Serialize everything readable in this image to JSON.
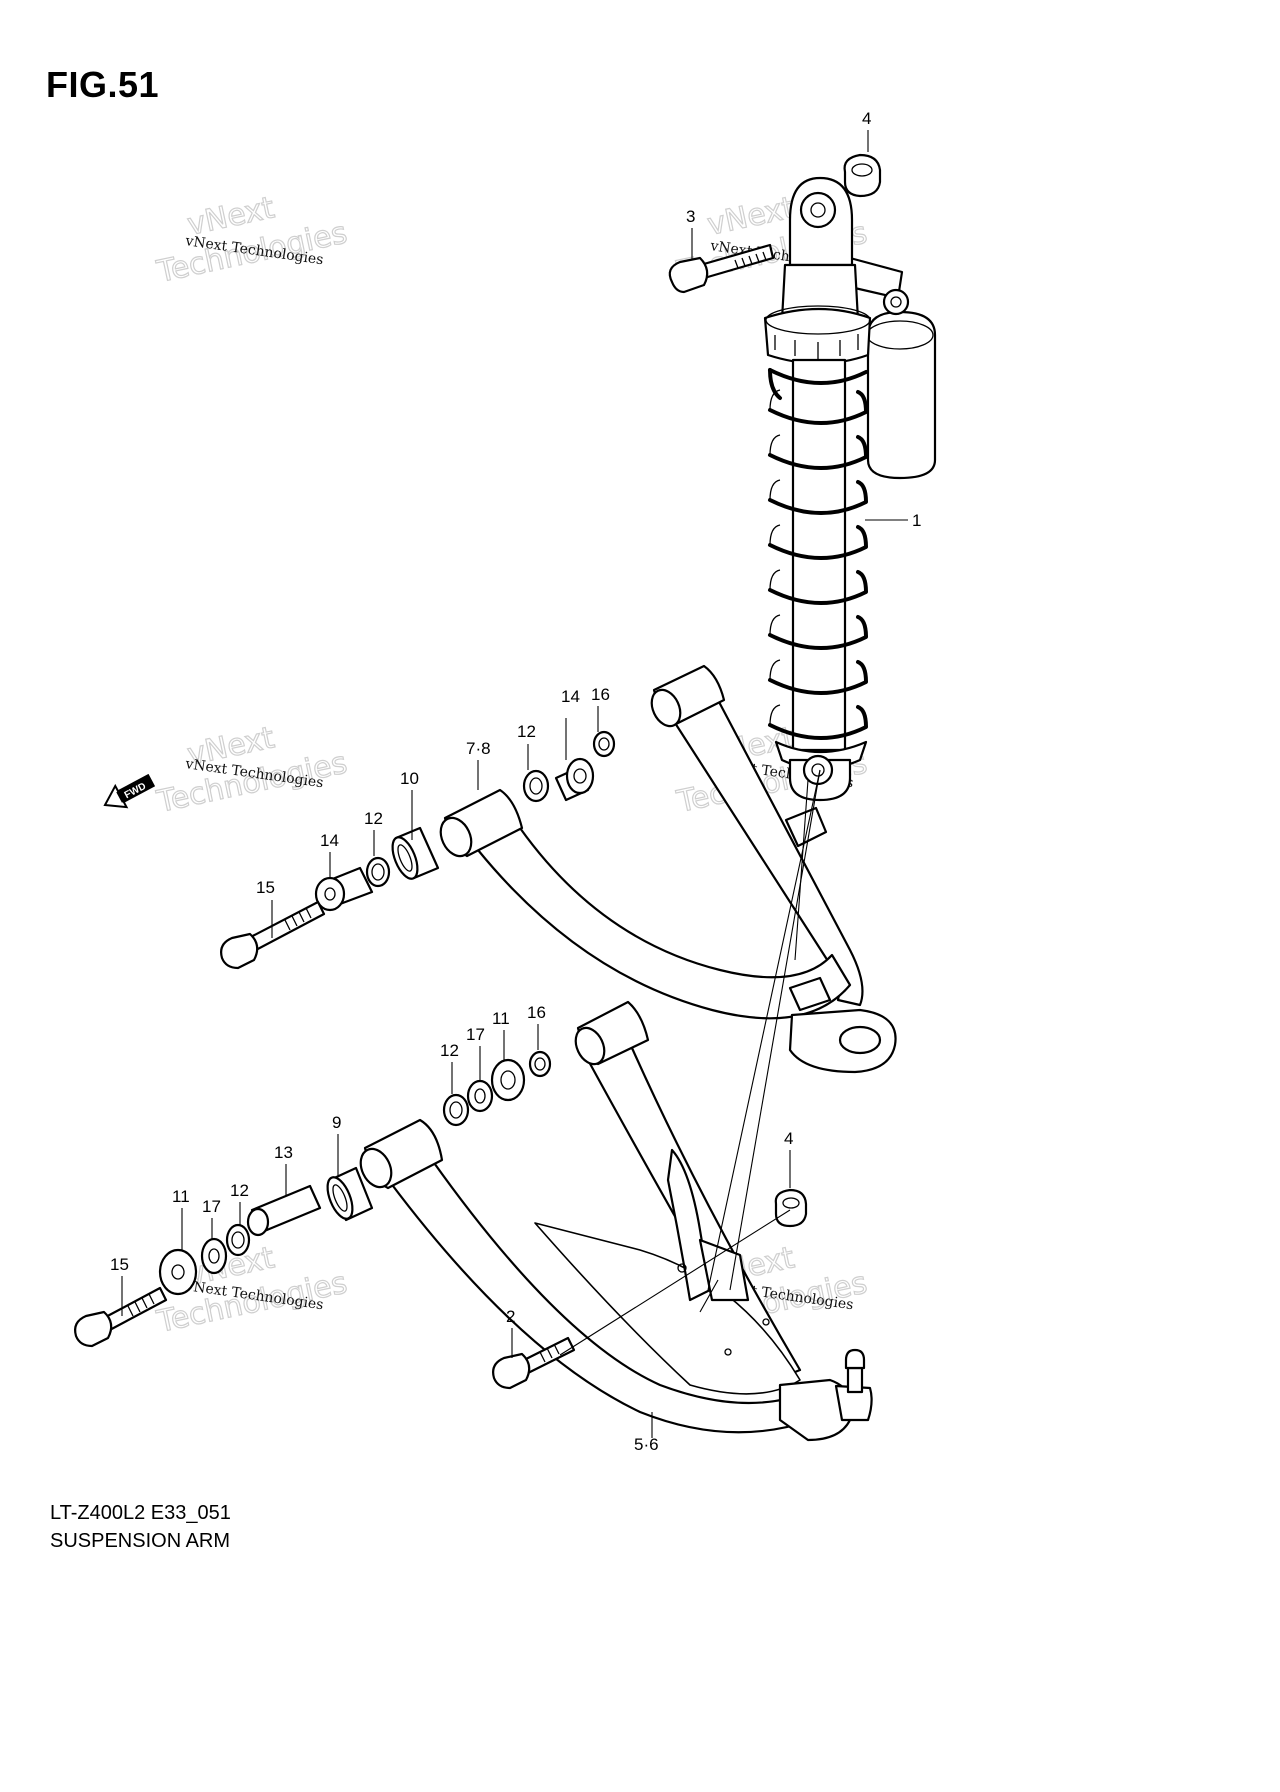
{
  "figure": {
    "title": "FIG.51",
    "code": "LT-Z400L2 E33_051",
    "caption": "SUSPENSION ARM",
    "fwd_label": "FWD"
  },
  "watermark": {
    "line1": "vNext Technologies",
    "line2": "vNext",
    "line3": "Technologies"
  },
  "callouts": {
    "c1": "1",
    "c2": "2",
    "c3": "3",
    "c4a": "4",
    "c4b": "4",
    "c56": "5·6",
    "c78": "7·8",
    "c9": "9",
    "c10": "10",
    "c11a": "11",
    "c11b": "11",
    "c12a": "12",
    "c12b": "12",
    "c12c": "12",
    "c12d": "12",
    "c13": "13",
    "c14a": "14",
    "c14b": "14",
    "c15a": "15",
    "c15b": "15",
    "c16a": "16",
    "c16b": "16",
    "c17a": "17",
    "c17b": "17"
  }
}
